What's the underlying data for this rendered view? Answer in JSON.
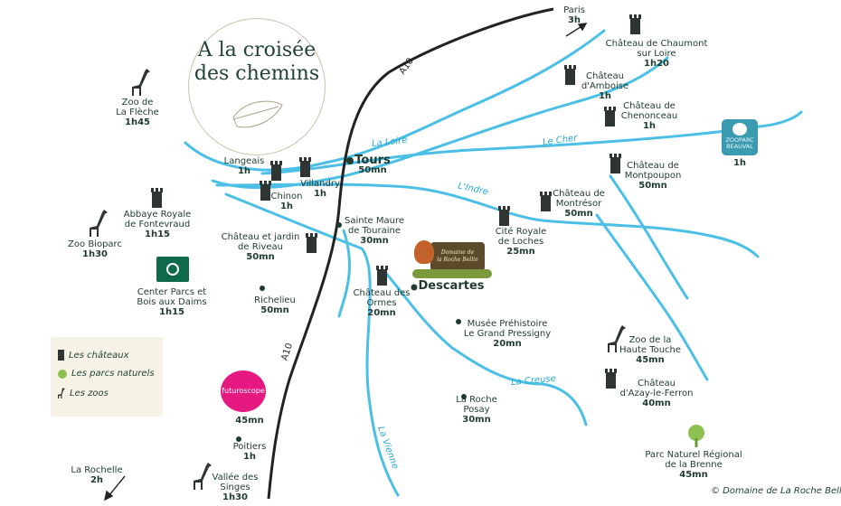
{
  "title": {
    "line1": "A la croisée",
    "line2": "des chemins"
  },
  "legend": {
    "castles": "Les châteaux",
    "parks": "Les parcs naturels",
    "zoos": "Les zoos"
  },
  "copyright": "© Domaine de La Roche Bellin",
  "roads": {
    "a10_top": "A10",
    "a10_bottom": "A10"
  },
  "rivers": {
    "loire": "La Loire",
    "cher": "Le Cher",
    "indre": "L'Indre",
    "creuse": "La Creuse",
    "vienne": "La Vienne"
  },
  "places": {
    "paris": {
      "name": "Paris",
      "time": "3h"
    },
    "chaumont": {
      "name": "Château de Chaumont",
      "name2": "sur Loire",
      "time": "1h20"
    },
    "amboise": {
      "name": "Château",
      "name2": "d'Amboise",
      "time": "1h"
    },
    "chenonceau": {
      "name": "Château de",
      "name2": "Chenonceau",
      "time": "1h"
    },
    "beauval": {
      "line1": "ZOOPARC",
      "line2": "BEAUVAL",
      "time": "1h"
    },
    "montpoupon": {
      "name": "Château de",
      "name2": "Montpoupon",
      "time": "50mn"
    },
    "montresor": {
      "name": "Château de",
      "name2": "Montrésor",
      "time": "50mn"
    },
    "loches": {
      "name": "Cité Royale",
      "name2": "de Loches",
      "time": "25mn"
    },
    "tours": {
      "name": "Tours",
      "time": "50mn"
    },
    "langeais": {
      "name": "Langeais",
      "time": "1h"
    },
    "villandry": {
      "name": "Villandry",
      "time": "1h"
    },
    "chinon": {
      "name": "Chinon",
      "time": "1h"
    },
    "zoo_fleche": {
      "name": "Zoo de",
      "name2": "La Flèche",
      "time": "1h45"
    },
    "fontevraud": {
      "name": "Abbaye Royale",
      "name2": "de Fontevraud",
      "time": "1h15"
    },
    "bioparc": {
      "name": "Zoo Bioparc",
      "time": "1h30"
    },
    "center_parcs": {
      "name": "Center Parcs et",
      "name2": "Bois aux Daims",
      "time": "1h15"
    },
    "sainte_maure": {
      "name": "Sainte Maure",
      "name2": "de Touraine",
      "time": "30mn"
    },
    "riveau": {
      "name": "Château et jardin",
      "name2": "de Riveau",
      "time": "50mn"
    },
    "richelieu": {
      "name": "Richelieu",
      "time": "50mn"
    },
    "ormes": {
      "name": "Château des",
      "name2": "Ormes",
      "time": "20mn"
    },
    "descartes": {
      "name": "Descartes"
    },
    "roche_bellin": {
      "line1": "Domaine de",
      "line2": "la Roche Bellin"
    },
    "grand_pressigny": {
      "name": "Musée Préhistoire",
      "name2": "Le Grand Pressigny",
      "time": "20mn"
    },
    "haute_touche": {
      "name": "Zoo de la",
      "name2": "Haute Touche",
      "time": "45mn"
    },
    "azay": {
      "name": "Château",
      "name2": "d'Azay-le-Ferron",
      "time": "40mn"
    },
    "roche_posay": {
      "name": "La Roche",
      "name2": "Posay",
      "time": "30mn"
    },
    "futuroscope": {
      "name": "futuroscope",
      "time": "45mn"
    },
    "poitiers": {
      "name": "Poitiers",
      "time": "1h"
    },
    "brenne": {
      "name": "Parc Naturel Régional",
      "name2": "de la Brenne",
      "time": "45mn"
    },
    "la_rochelle": {
      "name": "La Rochelle",
      "time": "2h"
    },
    "vallee_singes": {
      "name": "Vallée des",
      "name2": "Singes",
      "time": "1h30"
    }
  },
  "colors": {
    "river": "#4cbfe6",
    "road": "#222222",
    "text": "#1f3a2e",
    "legend_bg": "#f6f3e6",
    "park": "#8cc151",
    "futuroscope": "#e5197f",
    "beauval": "#3a9ab0",
    "center_parcs": "#0f6a4b"
  }
}
